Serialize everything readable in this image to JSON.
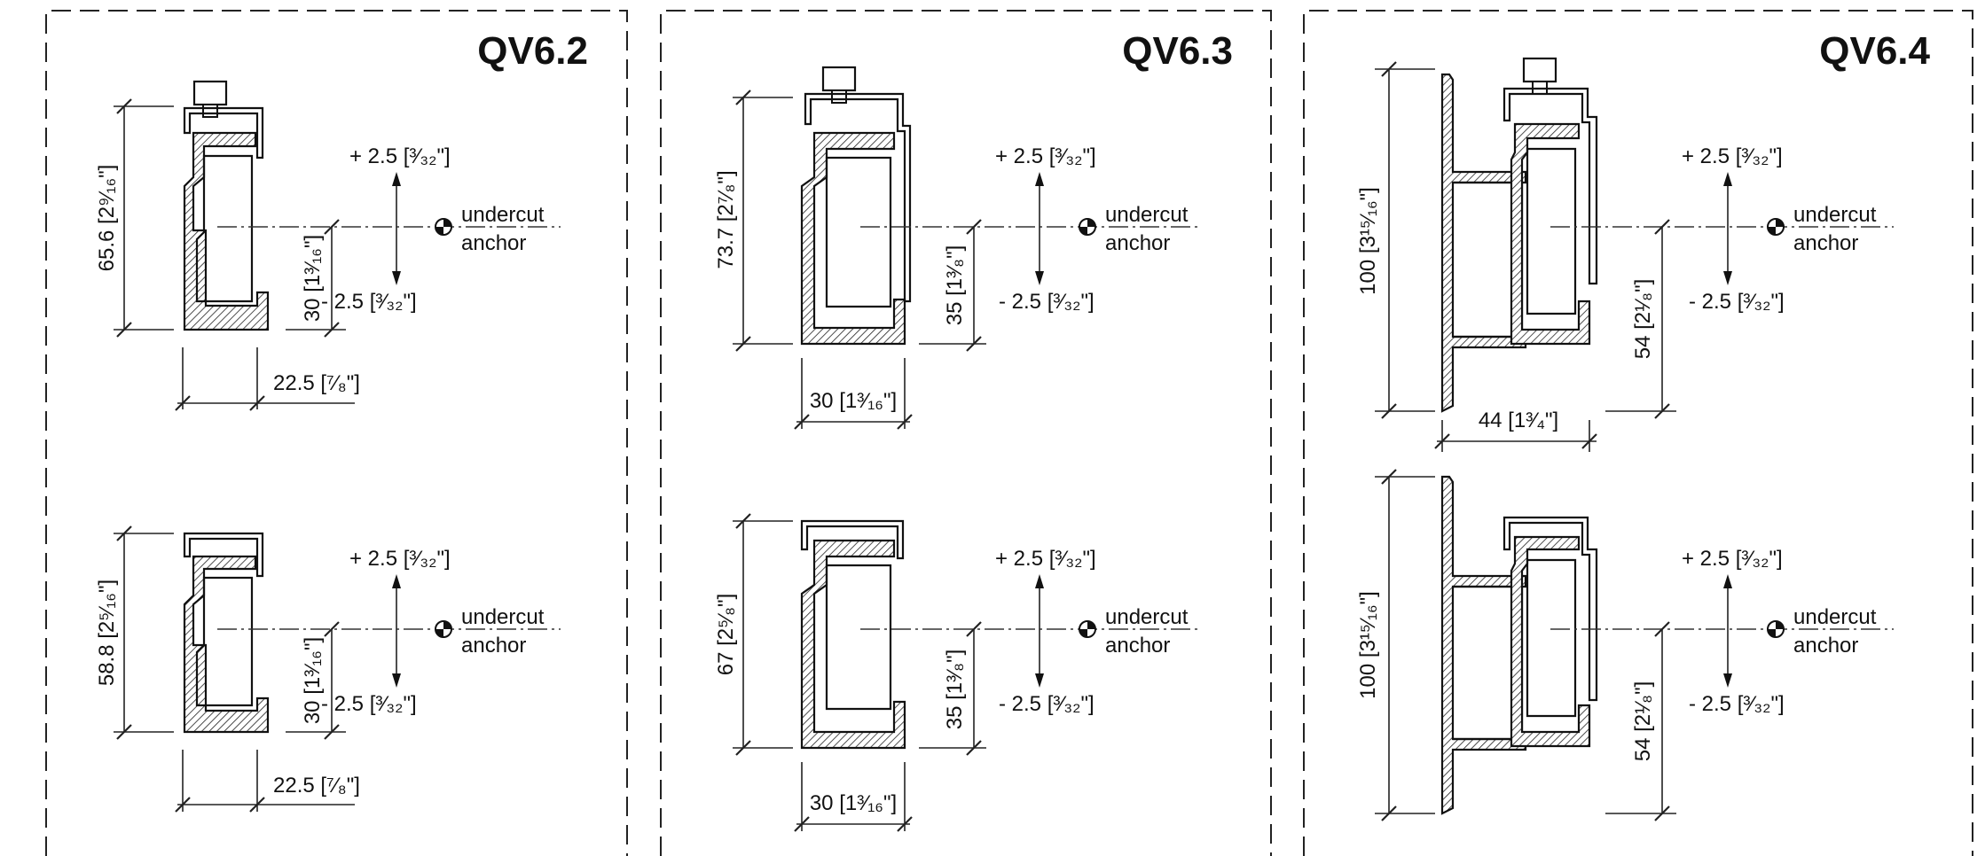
{
  "panels": [
    {
      "title": "QV6.2",
      "top": {
        "height_label": "65.6 [2⁹⁄₁₆\"]",
        "offset_label": "30 [1³⁄₁₆\"]",
        "width_label": "22.5 [⁷⁄₈\"]",
        "plus_label": "+ 2.5 [³⁄₃₂\"]",
        "minus_label": "- 2.5 [³⁄₃₂\"]"
      },
      "bottom": {
        "height_label": "58.8 [2⁵⁄₁₆\"]",
        "offset_label": "30 [1³⁄₁₆\"]",
        "width_label": "22.5 [⁷⁄₈\"]",
        "plus_label": "+ 2.5 [³⁄₃₂\"]",
        "minus_label": "- 2.5 [³⁄₃₂\"]"
      }
    },
    {
      "title": "QV6.3",
      "top": {
        "height_label": "73.7 [2⁷⁄₈\"]",
        "offset_label": "35 [1³⁄₈\"]",
        "width_label": "30 [1³⁄₁₆\"]",
        "plus_label": "+ 2.5 [³⁄₃₂\"]",
        "minus_label": "- 2.5 [³⁄₃₂\"]"
      },
      "bottom": {
        "height_label": "67 [2⁵⁄₈\"]",
        "offset_label": "35 [1³⁄₈\"]",
        "width_label": "30 [1³⁄₁₆\"]",
        "plus_label": "+ 2.5 [³⁄₃₂\"]",
        "minus_label": "- 2.5 [³⁄₃₂\"]"
      }
    },
    {
      "title": "QV6.4",
      "top": {
        "height_label": "100 [3¹⁵⁄₁₆\"]",
        "offset_label": "54 [2¹⁄₈\"]",
        "width_label": "44 [1³⁄₄\"]",
        "plus_label": "+ 2.5 [³⁄₃₂\"]",
        "minus_label": "- 2.5 [³⁄₃₂\"]"
      },
      "bottom": {
        "height_label": "100 [3¹⁵⁄₁₆\"]",
        "offset_label": "54 [2¹⁄₈\"]",
        "plus_label": "+ 2.5 [³⁄₃₂\"]",
        "minus_label": "- 2.5 [³⁄₃₂\"]"
      }
    }
  ],
  "anchor_label_line1": "undercut",
  "anchor_label_line2": "anchor"
}
